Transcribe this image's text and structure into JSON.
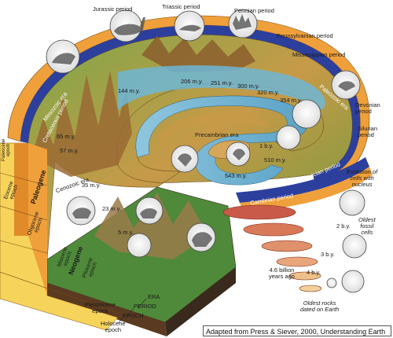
{
  "periods": {
    "jurassic": "Jurassic period",
    "triassic": "Triassic period",
    "permian": "Permian period",
    "pennsylvanian": "Pennsylvanian period",
    "mississippian": "Mississippian period",
    "devonian": "Devonian\nperiod",
    "silurian": "Silurian\nperiod",
    "ordovician": "Ordovician period",
    "cambrian": "Cambrian period",
    "cretaceous": "Cretaceous period",
    "precambrian": "Precambrian era",
    "mesozoic": "Mesozoic era",
    "paleozoic": "Paleozoic era",
    "cenozoic": "Cenozoic era"
  },
  "ages": {
    "m144": "144 m.y.",
    "m206": "206 m.y.",
    "m251": "251 m.y.",
    "m300": "300 m.y.",
    "m320": "320 m.y.",
    "m354": "354 m.y.",
    "m65": "65 m.y.",
    "m57": "57 m.y.",
    "m35": "35 m.y.",
    "m23": "23 m.y.",
    "m5": "5 m.y.",
    "b1": "1 b.y.",
    "m510": "510 m.y.",
    "m543": "543 m.y.",
    "b2": "2 b.y.",
    "b3": "3 b.y.",
    "b4": "4 b.y.",
    "b46": "4.6 billion\nyears ago"
  },
  "notes": {
    "evolution": "Evolution of\ncells with\nnucleus",
    "oldest_fossil": "Oldest\nfossil\ncells",
    "oldest_rocks": "Oldest rocks\ndated on Earth"
  },
  "side_bands": {
    "paleocene": "Paleocene\nepoch",
    "eocene": "Eocene\nepoch",
    "oligocene": "Oligocene\nepoch",
    "miocene": "Miocene\nepoch",
    "pliocene": "Pliocene\nepoch",
    "paleogene": "Paleogene",
    "neogene": "Neogene",
    "pleistocene": "Pleistocene\nepoch",
    "holocene": "Holocene\nepoch"
  },
  "legend": {
    "era": "ERA",
    "period": "PERIOD",
    "epoch": "EPOCH"
  },
  "credit": "Adapted from Press & Siever, 2000, Understanding Earth",
  "colors": {
    "band_orange": "#f0a03a",
    "band_yellow": "#f6d35a",
    "band_blue": "#2d3f9c",
    "water": "#6fb6d6",
    "land_green": "#5e9a3a",
    "land_brown": "#b9843a",
    "mountain": "#8a5a2c",
    "base_dark": "#3a2a1e"
  }
}
